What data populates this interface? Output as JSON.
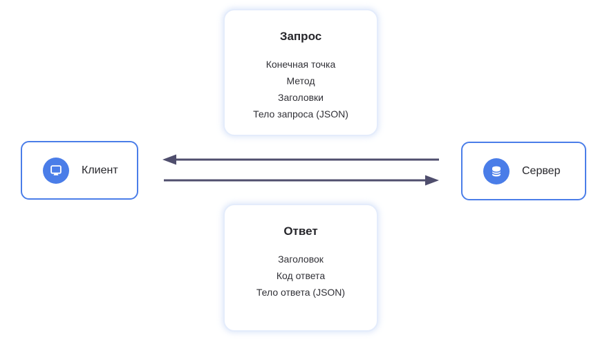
{
  "diagram": {
    "request_card": {
      "title": "Запрос",
      "items": [
        "Конечная точка",
        "Метод",
        "Заголовки",
        "Тело запроса (JSON)"
      ]
    },
    "response_card": {
      "title": "Ответ",
      "items": [
        "Заголовок",
        "Код ответа",
        "Тело ответа (JSON)"
      ]
    },
    "client_node": {
      "label": "Клиент",
      "icon": "monitor-icon"
    },
    "server_node": {
      "label": "Сервер",
      "icon": "database-icon"
    },
    "arrows": [
      {
        "name": "server-to-client",
        "direction": "left"
      },
      {
        "name": "client-to-server",
        "direction": "right"
      }
    ],
    "colors": {
      "accent_blue": "#4a7de8",
      "arrow": "#4f4e6d",
      "card_border": "#e4ecfb",
      "text": "#2b2b30"
    }
  }
}
